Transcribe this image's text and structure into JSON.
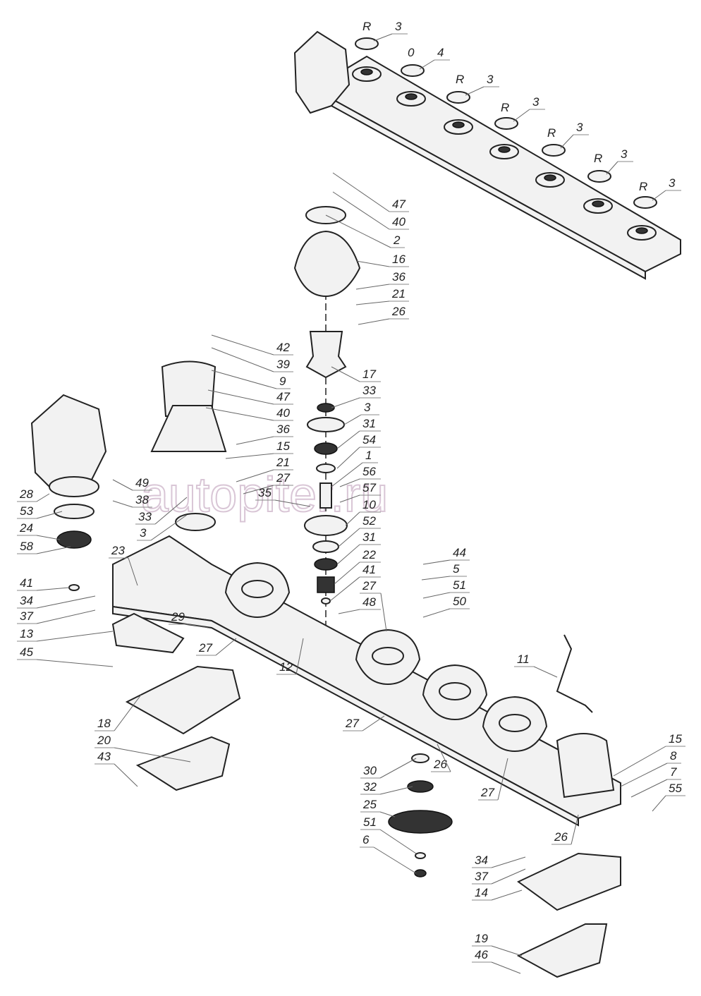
{
  "diagram": {
    "watermark": "autopiter.ru",
    "callouts": [
      "R",
      "3",
      "0",
      "4",
      "R",
      "3",
      "R",
      "3",
      "R",
      "3",
      "R",
      "3",
      "R",
      "3",
      "47",
      "40",
      "2",
      "16",
      "36",
      "21",
      "26",
      "42",
      "39",
      "9",
      "47",
      "40",
      "36",
      "15",
      "21",
      "27",
      "35",
      "17",
      "33",
      "3",
      "31",
      "54",
      "1",
      "56",
      "57",
      "10",
      "52",
      "31",
      "22",
      "41",
      "27",
      "48",
      "49",
      "38",
      "33",
      "3",
      "23",
      "28",
      "53",
      "24",
      "58",
      "41",
      "34",
      "37",
      "13",
      "45",
      "29",
      "27",
      "12",
      "18",
      "20",
      "43",
      "44",
      "5",
      "51",
      "50",
      "11",
      "27",
      "26",
      "27",
      "30",
      "32",
      "25",
      "51",
      "6",
      "15",
      "8",
      "7",
      "55",
      "26",
      "34",
      "37",
      "14",
      "19",
      "46"
    ]
  }
}
